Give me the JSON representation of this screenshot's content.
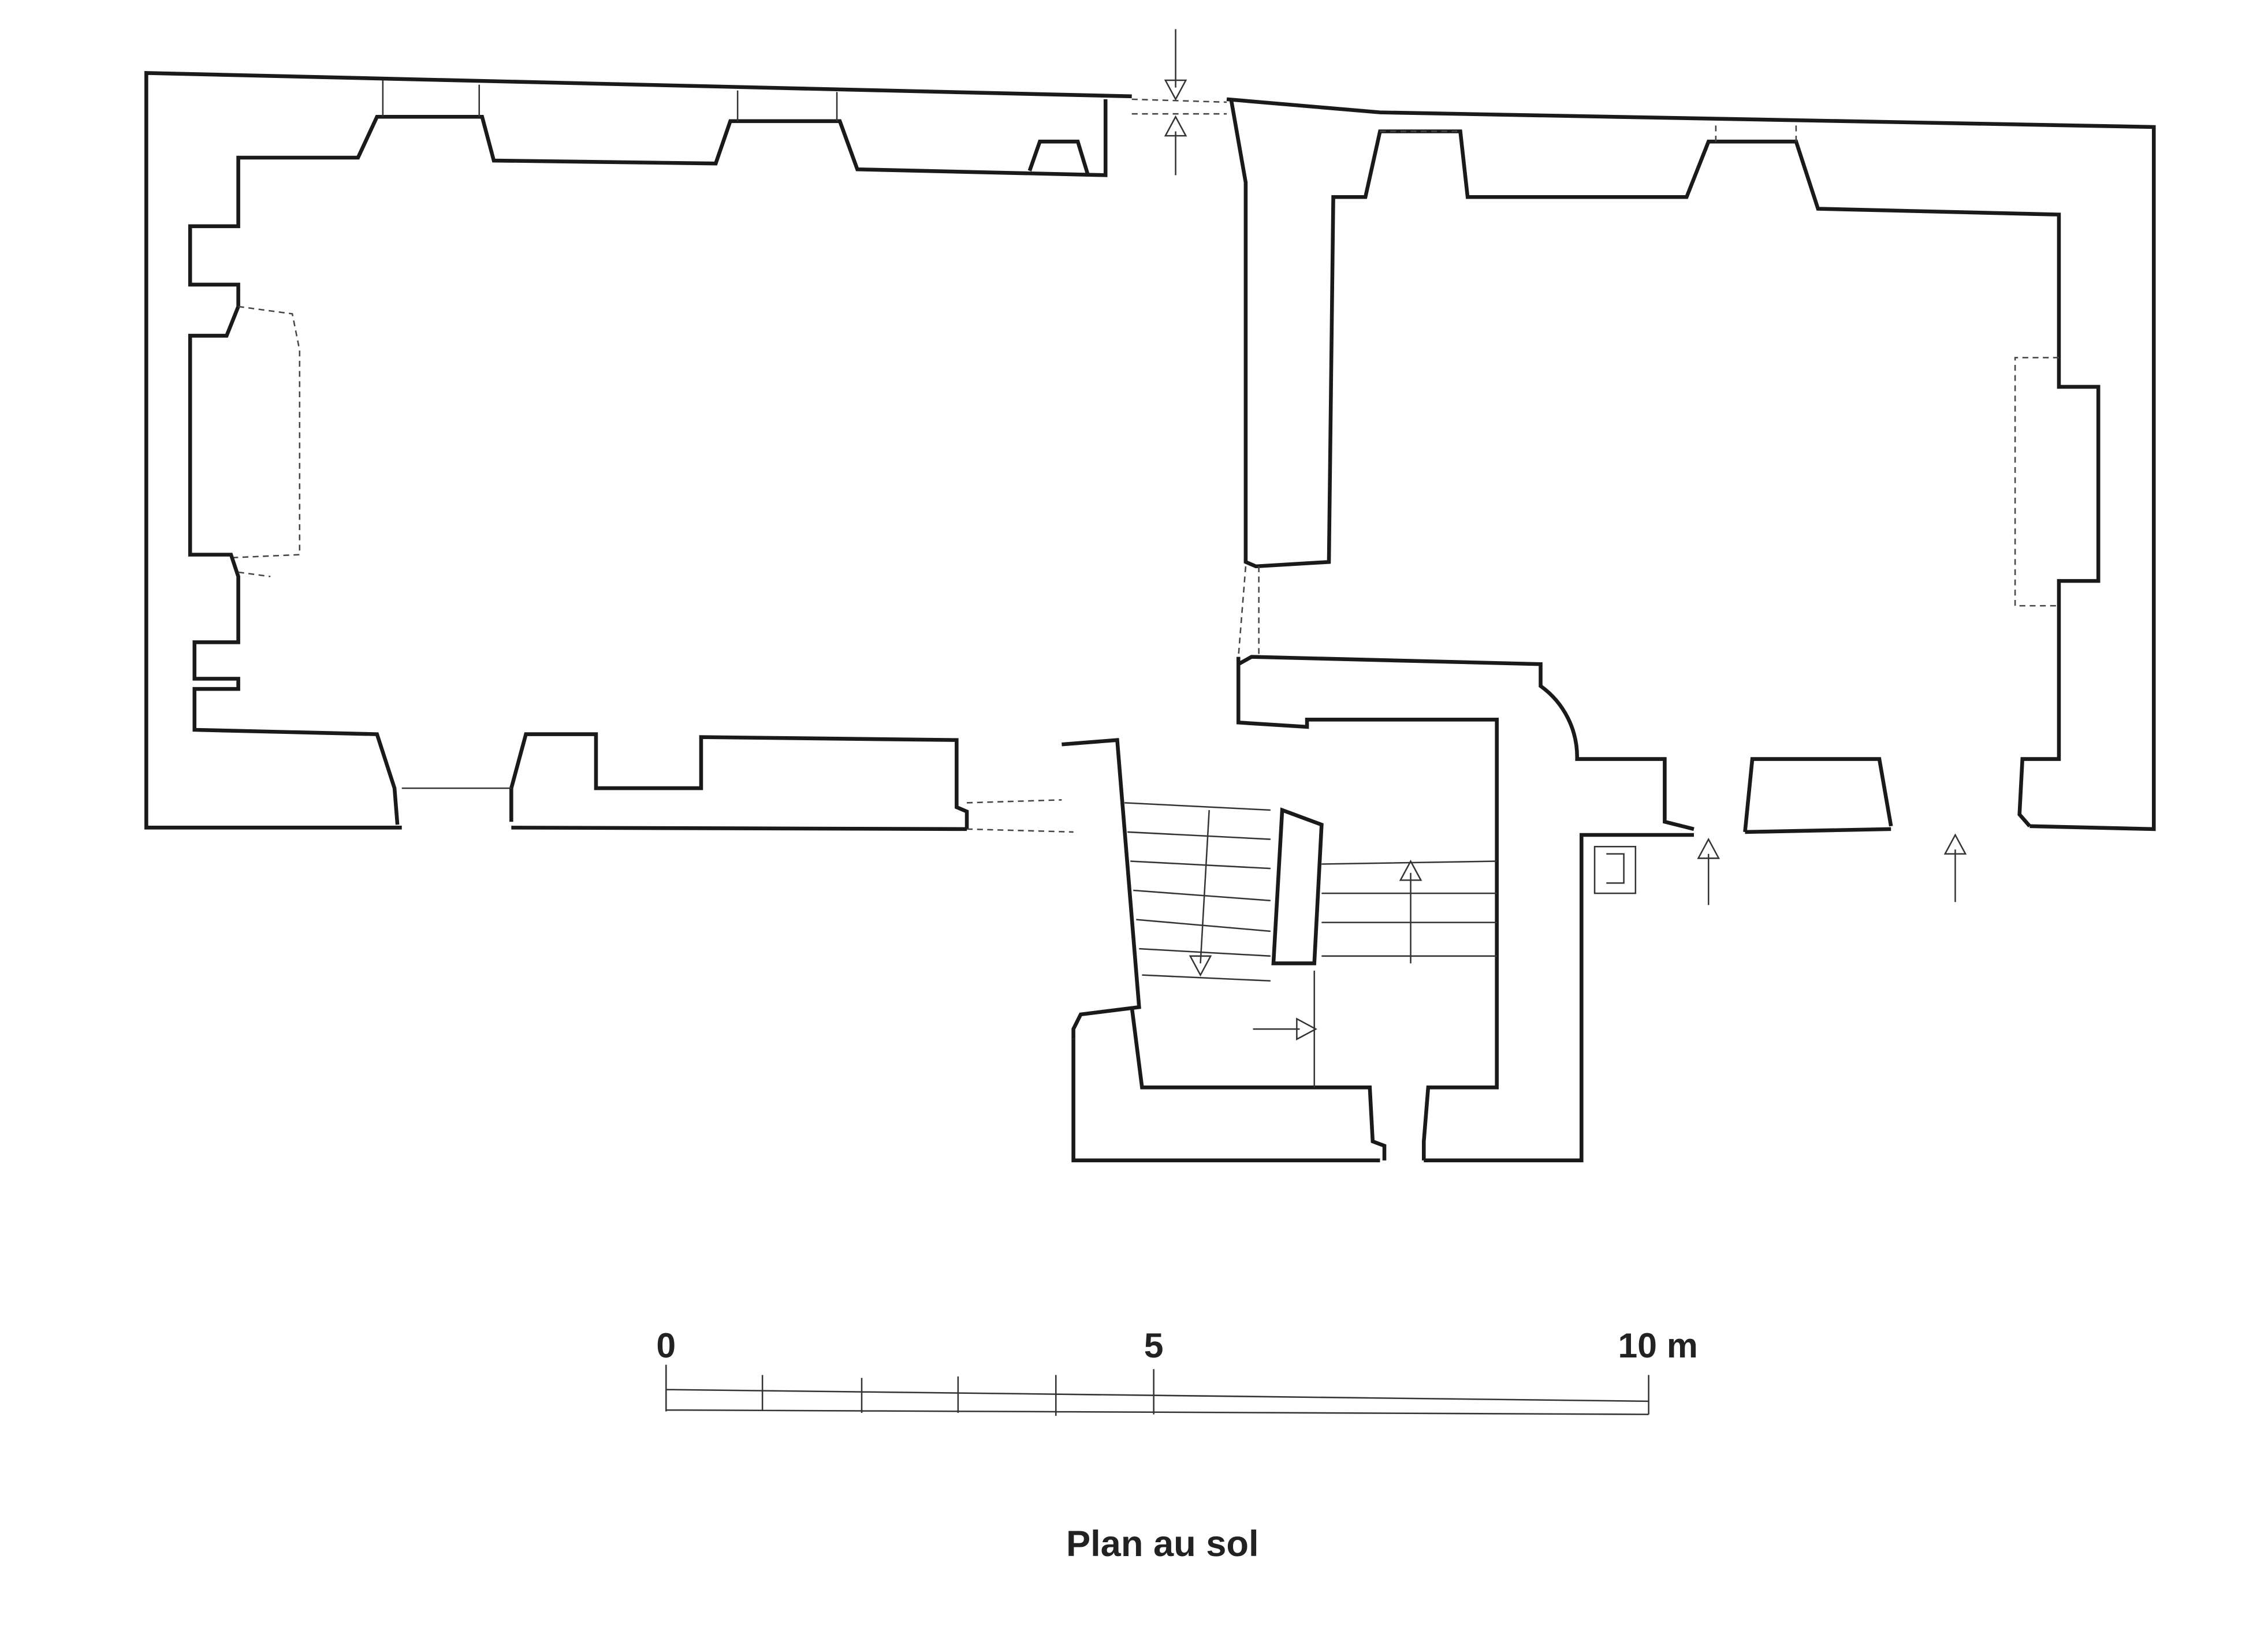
{
  "title": "Plan au sol",
  "scale_bar": {
    "labels": [
      "0",
      "5",
      "10 m"
    ],
    "unit": "m",
    "length": 10,
    "subdivisions": 5
  }
}
